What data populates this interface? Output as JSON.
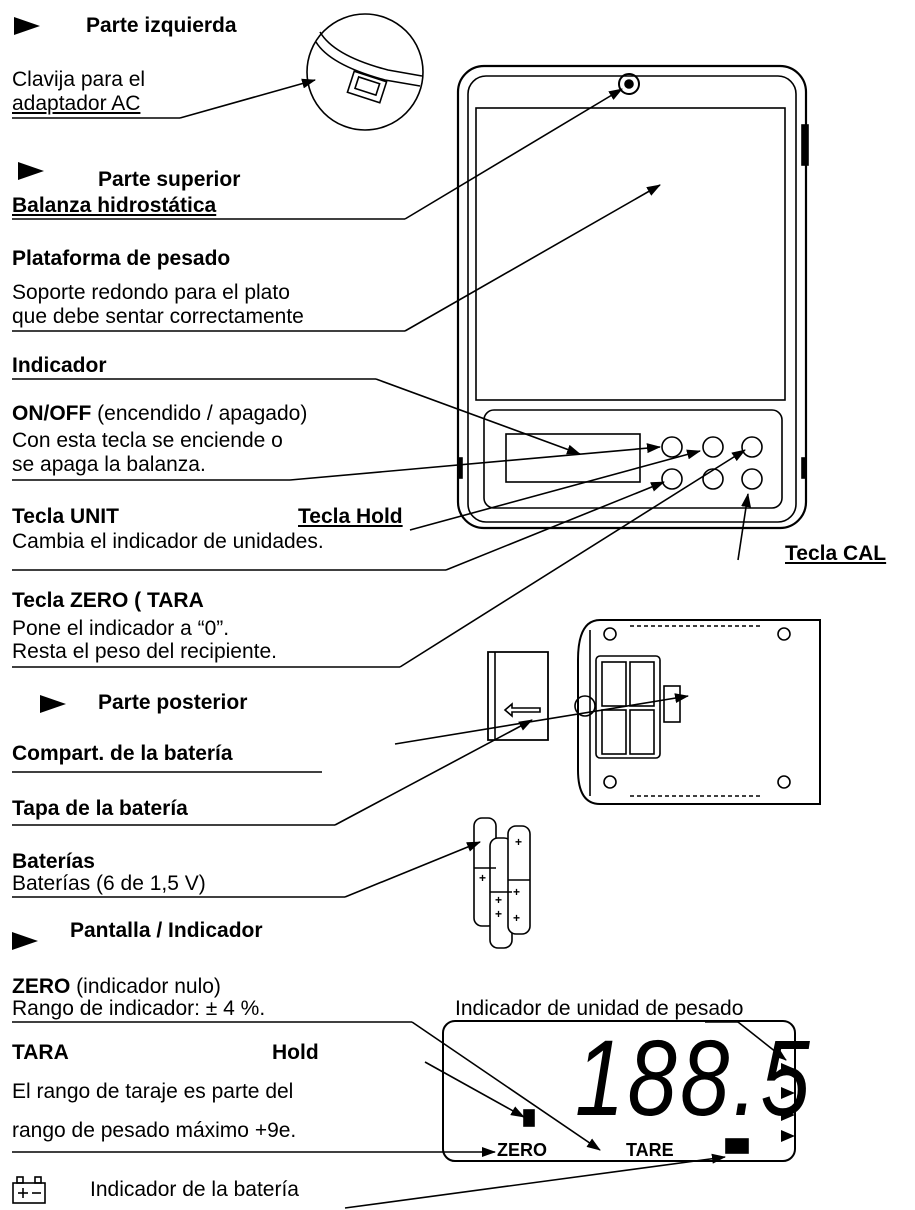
{
  "sections": {
    "left_part": "Parte izquierda",
    "top_part": "Parte superior",
    "back_part": "Parte posterior",
    "screen": "Pantalla / Indicador"
  },
  "labels": {
    "ac_jack_line1": "Clavija para el",
    "ac_jack_line2": "adaptador AC",
    "hydrostatic": "Balanza hidrostática",
    "platform_title": "Plataforma de pesado",
    "platform_line1": "Soporte redondo para el plato",
    "platform_line2": "que debe sentar correctamente",
    "indicator": "Indicador",
    "onoff_bold": "ON/OFF",
    "onoff_rest": " (encendido / apagado)",
    "onoff_line2": "Con esta tecla se enciende o",
    "onoff_line3": "se apaga la balanza.",
    "unit_key": "Tecla UNIT",
    "hold_key": "Tecla Hold",
    "unit_desc": "Cambia el indicador de unidades.",
    "cal_key": "Tecla CAL",
    "zero_key": "Tecla ZERO ( TARA",
    "zero_desc1": "Pone el indicador a “0”.",
    "zero_desc2": "Resta el peso del recipiente.",
    "battery_comp": "Compart. de la batería",
    "battery_cover": "Tapa de la batería",
    "batteries_title": "Baterías",
    "batteries_desc": "Baterías (6 de 1,5 V)",
    "zero_bold": "ZERO",
    "zero_rest": " (indicador nulo)",
    "zero_range": "Rango de indicador: ± 4 %.",
    "unit_indicator": "Indicador de unidad de pesado",
    "tara": "TARA",
    "hold": "Hold",
    "tare_range1": "El rango de taraje es parte del",
    "tare_range2": "rango de pesado máximo +9e.",
    "battery_indicator": "Indicador de la batería"
  },
  "lcd": {
    "value": "188.5",
    "zero_label": "ZERO",
    "tare_label": "TARE"
  }
}
